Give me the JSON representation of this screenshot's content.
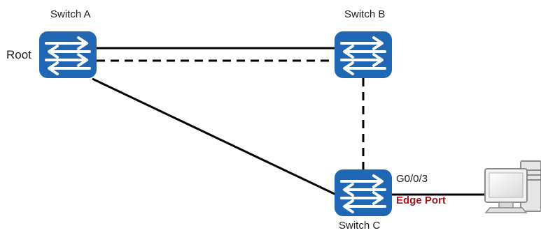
{
  "nodes": {
    "switch_a": {
      "label": "Switch A",
      "role": "Root"
    },
    "switch_b": {
      "label": "Switch B"
    },
    "switch_c": {
      "label": "Switch C"
    }
  },
  "port": {
    "name": "G0/0/3",
    "type": "Edge Port"
  },
  "colors": {
    "switch_fill": "#1f66b3",
    "link": "#000000",
    "edge_port_text": "#a8141a",
    "pc_frame": "#8c8c8c"
  },
  "links": [
    {
      "from": "switch_a",
      "to": "switch_b",
      "style": "solid"
    },
    {
      "from": "switch_a",
      "to": "switch_b",
      "style": "dashed"
    },
    {
      "from": "switch_a",
      "to": "switch_c",
      "style": "solid"
    },
    {
      "from": "switch_b",
      "to": "switch_c",
      "style": "dashed"
    },
    {
      "from": "switch_c",
      "to": "pc",
      "style": "solid"
    }
  ],
  "icons": [
    "switch-icon",
    "computer-icon"
  ]
}
